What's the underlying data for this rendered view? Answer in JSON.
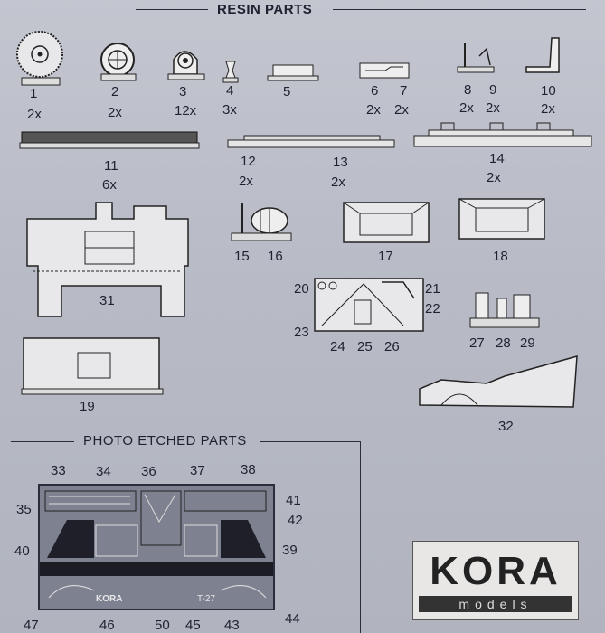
{
  "sections": {
    "resin_title": "RESIN PARTS",
    "pe_title": "PHOTO ETCHED PARTS"
  },
  "resin_labels": {
    "p1": "1",
    "p2": "2",
    "p3": "3",
    "p4": "4",
    "p5": "5",
    "p6": "6",
    "p7": "7",
    "p8": "8",
    "p9": "9",
    "p10": "10",
    "p11": "11",
    "p12": "12",
    "p13": "13",
    "p14": "14",
    "p15": "15",
    "p16": "16",
    "p17": "17",
    "p18": "18",
    "p19": "19",
    "p20": "20",
    "p21": "21",
    "p22": "22",
    "p23": "23",
    "p24": "24",
    "p25": "25",
    "p26": "26",
    "p27": "27",
    "p28": "28",
    "p29": "29",
    "p31": "31",
    "p32": "32"
  },
  "quantities": {
    "q1": "2x",
    "q2": "2x",
    "q3": "12x",
    "q4": "3x",
    "q6": "2x",
    "q7": "2x",
    "q8": "2x",
    "q9": "2x",
    "q10": "2x",
    "q11": "6x",
    "q12": "2x",
    "q13": "2x",
    "q14": "2x"
  },
  "pe_labels": {
    "p33": "33",
    "p34": "34",
    "p35": "35",
    "p36": "36",
    "p37": "37",
    "p38": "38",
    "p39": "39",
    "p40": "40",
    "p41": "41",
    "p42": "42",
    "p43": "43",
    "p44": "44",
    "p45": "45",
    "p46": "46",
    "p47": "47",
    "p50": "50"
  },
  "fret_text": {
    "brand": "KORA",
    "code": "T-27"
  },
  "logo": {
    "word": "KORA",
    "sub": "models"
  }
}
